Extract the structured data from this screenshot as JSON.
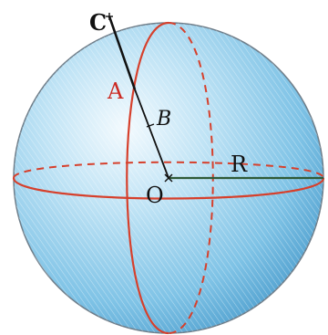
{
  "labels": {
    "C": "C",
    "A": "A",
    "B": "B",
    "O": "O",
    "R": "R"
  },
  "colors": {
    "sphere_light": "#e6f4fb",
    "sphere_mid": "#8fcdeb",
    "sphere_dark": "#4aa3d4",
    "outline": "#6f7e8a",
    "red_circle": "#d6402c",
    "black_line": "#111111",
    "radius_line": "#2f5a37",
    "label_A": "#cc2a22",
    "label_text": "#111111"
  }
}
